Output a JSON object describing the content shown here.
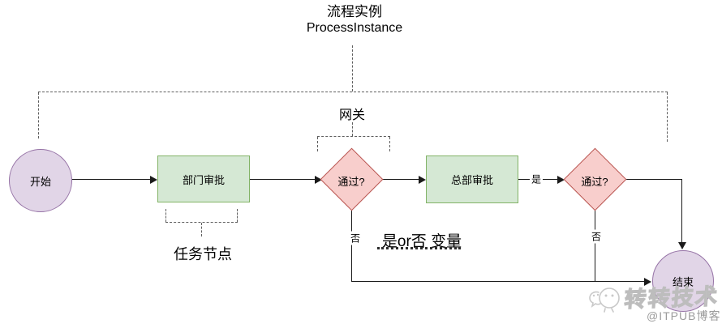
{
  "diagram": {
    "title_line1": "流程实例",
    "title_line2": "ProcessInstance",
    "gateway_label": "网关",
    "task_node_label": "任务节点",
    "variable_label": "是or否 变量",
    "nodes": {
      "start": "开始",
      "dept_approval": "部门审批",
      "gateway1": "通过?",
      "hq_approval": "总部审批",
      "gateway2": "通过?",
      "end": "结束"
    },
    "edge_labels": {
      "yes": "是",
      "no1": "否",
      "no2": "否"
    }
  },
  "watermark": {
    "brand": "转转技术",
    "attribution": "@ITPUB博客"
  },
  "colors": {
    "task_fill": "#d5e8d4",
    "task_border": "#82b366",
    "gateway_fill": "#f8cecc",
    "gateway_border": "#b85450",
    "event_fill": "#e1d5e7",
    "event_border": "#9673a6",
    "line": "#1a1a1a",
    "bracket": "#5e5e5e",
    "watermark_gray": "#9c9c9c"
  }
}
